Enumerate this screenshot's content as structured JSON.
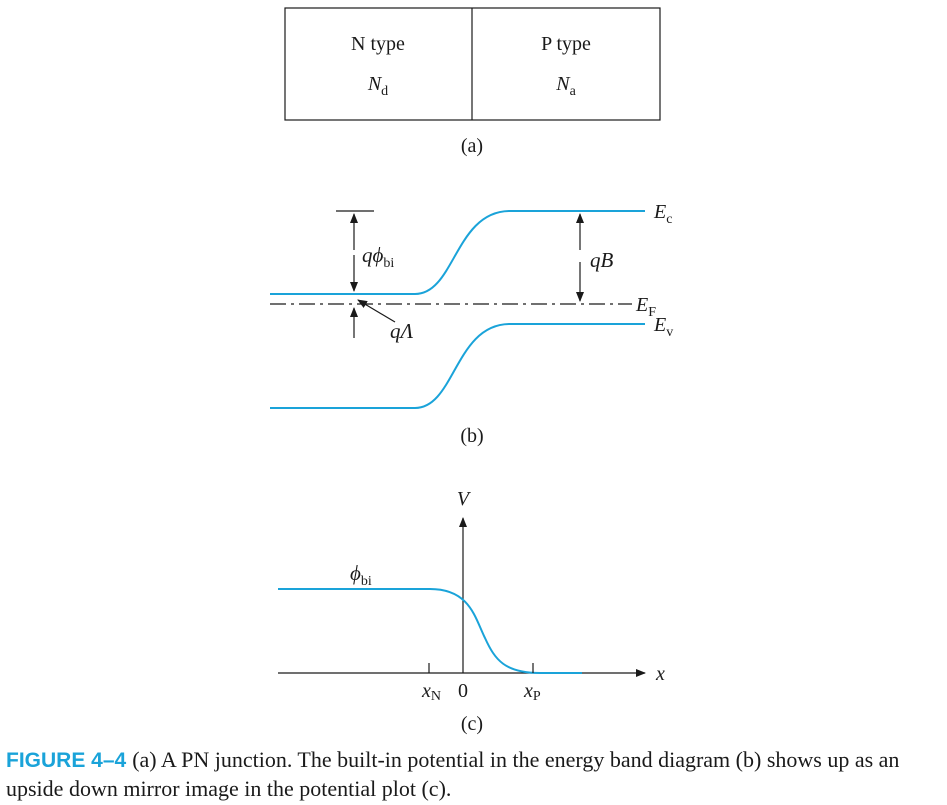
{
  "panel_a": {
    "left_region": "N type",
    "left_symbol": "N",
    "left_symbol_sub": "d",
    "right_region": "P type",
    "right_symbol": "N",
    "right_symbol_sub": "a",
    "label": "(a)"
  },
  "panel_b": {
    "phi_bi_q": "q",
    "phi_bi_phi": "ϕ",
    "phi_bi_sub": "bi",
    "qB": "qB",
    "qLambda": "qΛ",
    "Ec": "E",
    "Ec_sub": "c",
    "EF": "E",
    "EF_sub": "F",
    "Ev": "E",
    "Ev_sub": "v",
    "label": "(b)"
  },
  "panel_c": {
    "y_axis": "V",
    "x_axis": "x",
    "phi_bi": "ϕ",
    "phi_bi_sub": "bi",
    "xN": "x",
    "xN_sub": "N",
    "origin": "0",
    "xP": "x",
    "xP_sub": "P",
    "label": "(c)"
  },
  "caption": {
    "label": "FIGURE 4–4",
    "text": "(a) A PN junction. The built-in potential in the energy band diagram (b) shows up as an upside down mirror image in the potential plot (c)."
  },
  "colors": {
    "curve": "#1aa3d9",
    "ink": "#1a1a1a",
    "caption_label": "#1aa3d9"
  }
}
